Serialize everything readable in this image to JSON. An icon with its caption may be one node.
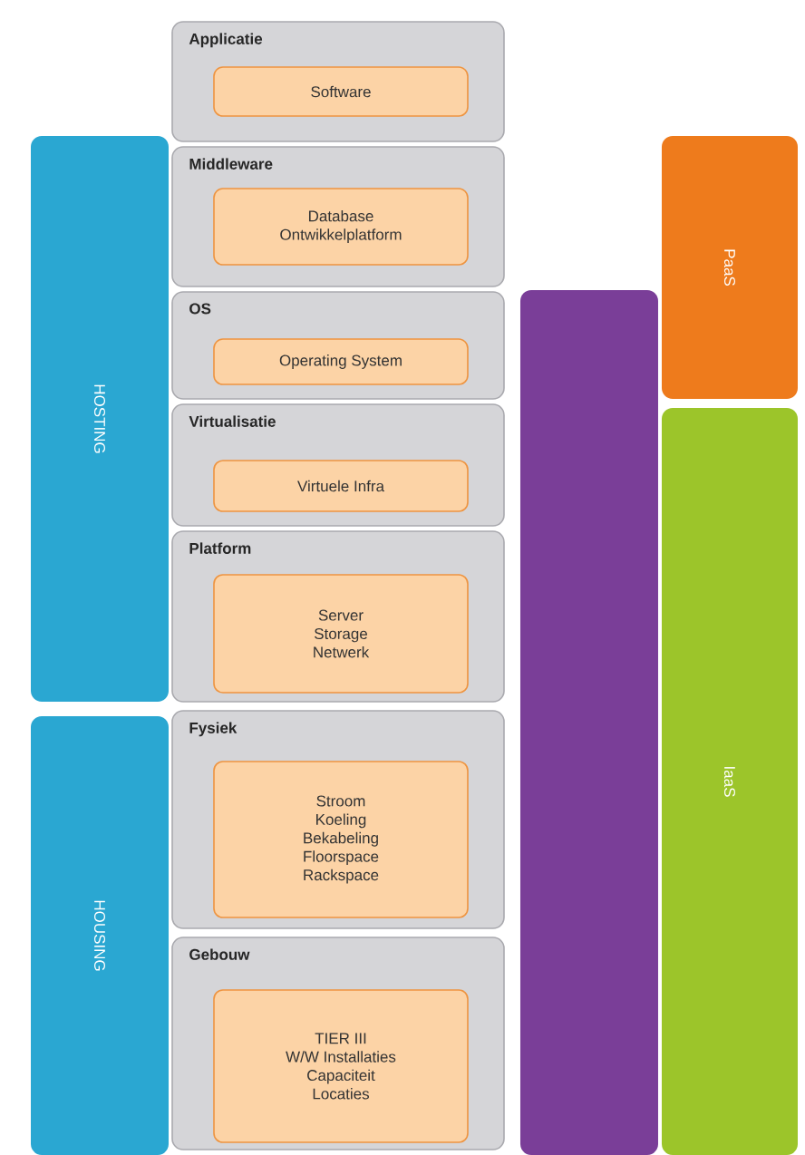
{
  "diagram": {
    "nodes": [
      {
        "text": [
          "Applicatie"
        ]
      },
      {
        "text": [
          "Software"
        ],
        "in": 0
      },
      {
        "text": [
          "Middleware"
        ]
      },
      {
        "text": [
          "Database",
          "Ontwikkelplatform"
        ],
        "in": 2
      },
      {
        "text": [
          "OS"
        ]
      },
      {
        "text": [
          "Operating System"
        ],
        "in": 4
      },
      {
        "text": [
          "Virtualisatie"
        ]
      },
      {
        "text": [
          "Virtuele Infra"
        ],
        "in": 6
      },
      {
        "text": [
          "Platform"
        ]
      },
      {
        "text": [
          "Server",
          "Storage",
          "Netwerk"
        ],
        "in": 8
      },
      {
        "text": [
          "Fysiek"
        ]
      },
      {
        "text": [
          "Stroom",
          "Koeling",
          "Bekabeling",
          "Floorspace",
          "Rackspace"
        ],
        "in": 10
      },
      {
        "text": [
          "Gebouw"
        ]
      },
      {
        "text": [
          "TIER III",
          "W/W Installaties",
          "Capaciteit",
          "Locaties"
        ],
        "in": 12
      },
      {
        "text": [
          "HOSTING"
        ]
      },
      {
        "text": [
          "HOUSING"
        ]
      },
      {
        "text": [],
        "shape": "bar"
      },
      {
        "text": [
          "PaaS"
        ]
      },
      {
        "text": [
          "IaaS"
        ]
      }
    ]
  }
}
